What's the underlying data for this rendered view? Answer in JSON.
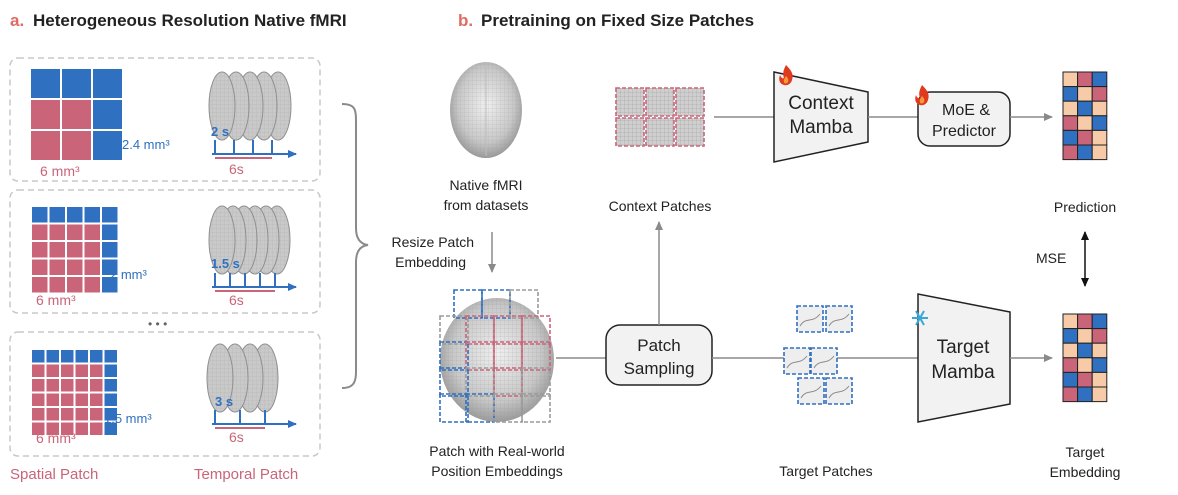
{
  "panel_a": {
    "letter": "a.",
    "title": "Heterogeneous Resolution Native fMRI",
    "rows": [
      {
        "voxel": "2.4 mm³",
        "patch": "6 mm³",
        "tr": "2 s",
        "window": "6s"
      },
      {
        "voxel": "2 mm³",
        "patch": "6 mm³",
        "tr": "1.5 s",
        "window": "6s"
      },
      {
        "voxel": "1.5 mm³",
        "patch": "6 mm³",
        "tr": "3 s",
        "window": "6s"
      }
    ],
    "ellipsis": "• • •",
    "footer_spatial": "Spatial Patch",
    "footer_temporal": "Temporal Patch"
  },
  "panel_b": {
    "letter": "b.",
    "title": "Pretraining on Fixed Size Patches",
    "native_label": [
      "Native fMRI",
      "from datasets"
    ],
    "resize_label": [
      "Resize Patch",
      "Embedding"
    ],
    "patch_pos_label": [
      "Patch with Real-world",
      "Position Embeddings"
    ],
    "patch_sampling": [
      "Patch",
      "Sampling"
    ],
    "context_patches": "Context Patches",
    "target_patches": "Target Patches",
    "context_mamba": [
      "Context",
      "Mamba"
    ],
    "target_mamba": [
      "Target",
      "Mamba"
    ],
    "moe_predictor": [
      "MoE &",
      "Predictor"
    ],
    "prediction": "Prediction",
    "mse": "MSE",
    "target_embedding": [
      "Target",
      "Embedding"
    ]
  },
  "colors": {
    "accent_red": "#e06b63",
    "blue": "#3070c0",
    "pink": "#c96479",
    "peach": "#f7cba8",
    "gray": "#8a8a8a",
    "fire": "#e03a1e",
    "snow": "#3aa7d8"
  }
}
